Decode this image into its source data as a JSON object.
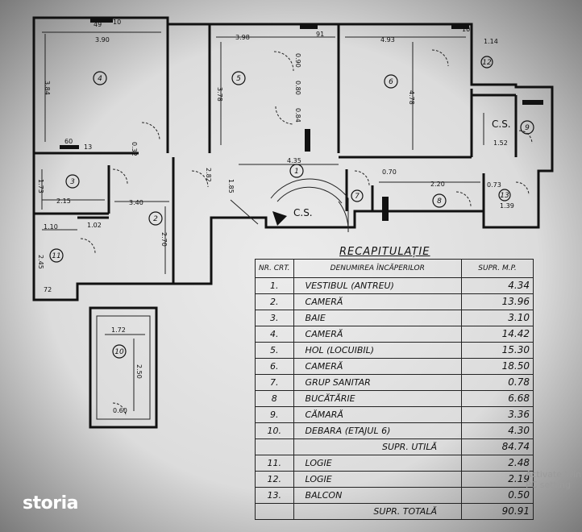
{
  "plan": {
    "rooms": [
      "1",
      "2",
      "3",
      "4",
      "5",
      "6",
      "7",
      "8",
      "9",
      "10",
      "11",
      "12",
      "13"
    ],
    "room_labels": {
      "cs_top": "C.S.",
      "cs_stair": "C.S."
    },
    "dimensions": {
      "d49": "49",
      "d10a": "10",
      "d390": "3.90",
      "d398": "3.98",
      "d91": "91",
      "d493": "4.93",
      "d10b": "10",
      "d114": "1.14",
      "d384": "3.84",
      "d378": "3.78",
      "d478": "4.78",
      "d090": "0.90",
      "d080": "0.80",
      "d070": "0.70",
      "d084": "0.84",
      "d60": "60",
      "d13": "13",
      "d032": "0.32",
      "d173": "1.73",
      "d215": "2.15",
      "d340": "3.40",
      "d270": "2.70",
      "d435": "4.35",
      "d220": "2.20",
      "d139": "1.39",
      "d152": "1.52",
      "d282": "2.82",
      "d110": "1.10",
      "d102": "1.02",
      "d245": "2.45",
      "d172": "1.72",
      "d250": "2.50",
      "d060": "0.60",
      "d072": "72",
      "d085": "1.85",
      "d073": "0.73"
    }
  },
  "recap": {
    "title": "RECAPITULAȚIE",
    "headers": {
      "nr": "NR. CRT.",
      "name": "DENUMIREA ÎNCĂPERILOR",
      "area": "SUPR. M.P."
    },
    "rows": [
      {
        "nr": "1.",
        "name": "VESTIBUL (ANTREU)",
        "area": "4.34"
      },
      {
        "nr": "2.",
        "name": "CAMERĂ",
        "area": "13.96"
      },
      {
        "nr": "3.",
        "name": "BAIE",
        "area": "3.10"
      },
      {
        "nr": "4.",
        "name": "CAMERĂ",
        "area": "14.42"
      },
      {
        "nr": "5.",
        "name": "HOL (LOCUIBIL)",
        "area": "15.30"
      },
      {
        "nr": "6.",
        "name": "CAMERĂ",
        "area": "18.50"
      },
      {
        "nr": "7.",
        "name": "GRUP SANITAR",
        "area": "0.78"
      },
      {
        "nr": "8",
        "name": "BUCĂTĂRIE",
        "area": "6.68"
      },
      {
        "nr": "9.",
        "name": "CĂMARĂ",
        "area": "3.36"
      },
      {
        "nr": "10.",
        "name": "DEBARA (ETAJUL 6)",
        "area": "4.30"
      },
      {
        "nr": "",
        "name": "SUPR. UTILĂ",
        "area": "84.74",
        "sum": true
      },
      {
        "nr": "11.",
        "name": "LOGIE",
        "area": "2.48"
      },
      {
        "nr": "12.",
        "name": "LOGIE",
        "area": "2.19"
      },
      {
        "nr": "13.",
        "name": "BALCON",
        "area": "0.50"
      },
      {
        "nr": "",
        "name": "SUPR. TOTALĂ",
        "area": "90.91",
        "sum": true
      }
    ]
  },
  "overlay": {
    "watermark_line1": "Activate Win",
    "watermark_line2": "PC setting",
    "logo": "storia"
  }
}
